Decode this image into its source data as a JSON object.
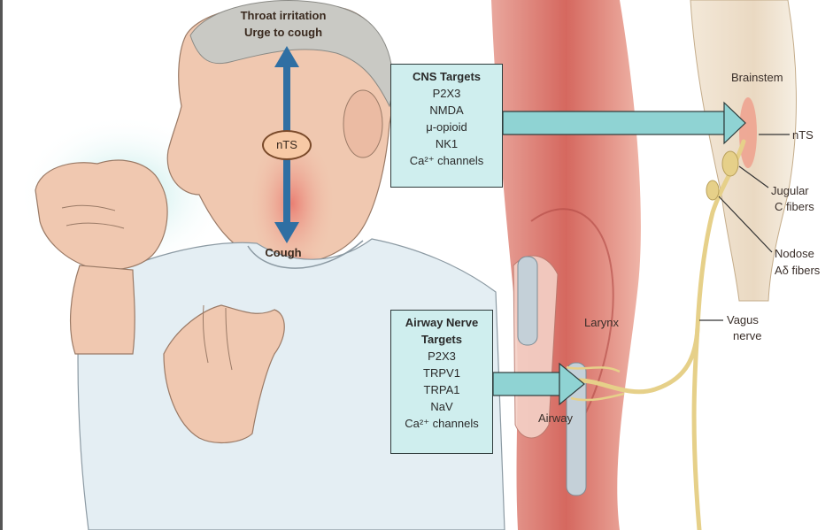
{
  "top_labels": {
    "throat_irritation": "Throat irritation",
    "urge_to_cough": "Urge to cough",
    "nts_oval": "nTS",
    "cough": "Cough"
  },
  "cns_box": {
    "title": "CNS Targets",
    "items": [
      "P2X3",
      "NMDA",
      "μ-opioid",
      "NK1",
      "Ca²⁺ channels"
    ]
  },
  "airway_box": {
    "title_line1": "Airway Nerve",
    "title_line2": "Targets",
    "items": [
      "P2X3",
      "TRPV1",
      "TRPA1",
      "NaV",
      "Ca²⁺ channels"
    ]
  },
  "anatomy_labels": {
    "brainstem": "Brainstem",
    "nts": "nTS",
    "jugular": "Jugular",
    "c_fibers": "C fibers",
    "nodose": "Nodose",
    "ad_fibers": "Aδ fibers",
    "vagus": "Vagus",
    "nerve": "nerve",
    "larynx": "Larynx",
    "airway": "Airway"
  },
  "colors": {
    "box_fill": "#cfeeee",
    "arrow_fill": "#8fd3d3",
    "blue_arrow": "#2f6fa3",
    "tissue_red": "#d9706a",
    "nerve_yellow": "#e6d089",
    "skin": "#f0c8b0"
  }
}
